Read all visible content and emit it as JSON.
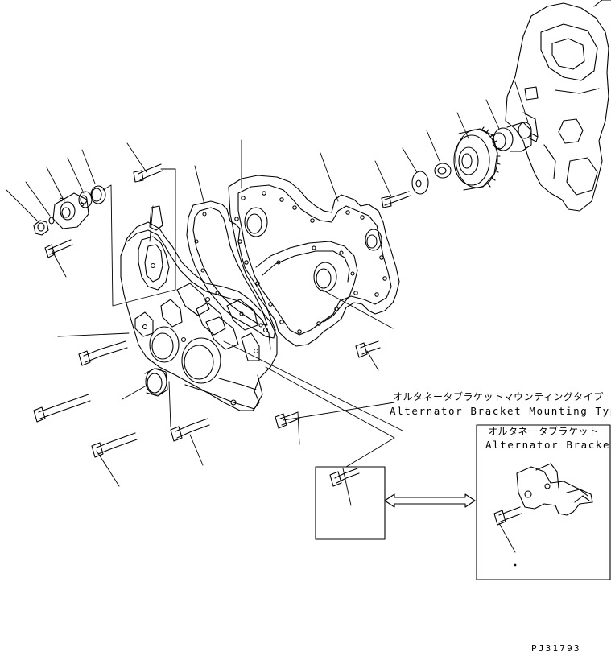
{
  "mounting_type": {
    "label_jp": "オルタネータブラケットマウンティングタイプ",
    "label_en": "Alternator Bracket Mounting Type"
  },
  "bracket_box": {
    "label_jp": "オルタネータブラケット",
    "label_en": "Alternator Bracket"
  },
  "drawing_code": "PJ31793",
  "colors": {
    "line": "#000000",
    "background": "#ffffff"
  }
}
